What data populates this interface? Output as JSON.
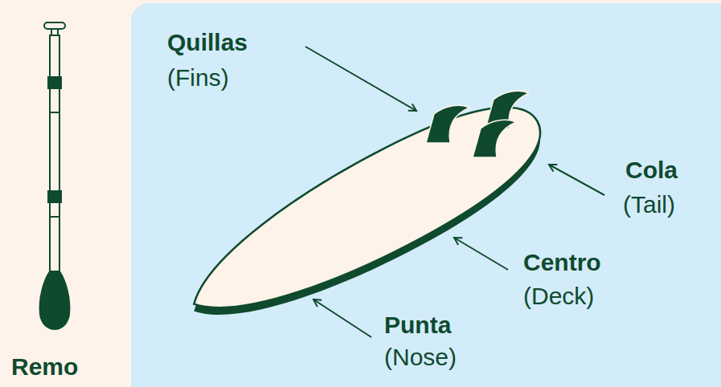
{
  "diagram": {
    "labels": [
      "Quillas",
      "(Fins)",
      "Cola",
      "(Tail)",
      "Centro",
      "(Deck)",
      "Punta",
      "(Nose)",
      "Remo"
    ]
  }
}
